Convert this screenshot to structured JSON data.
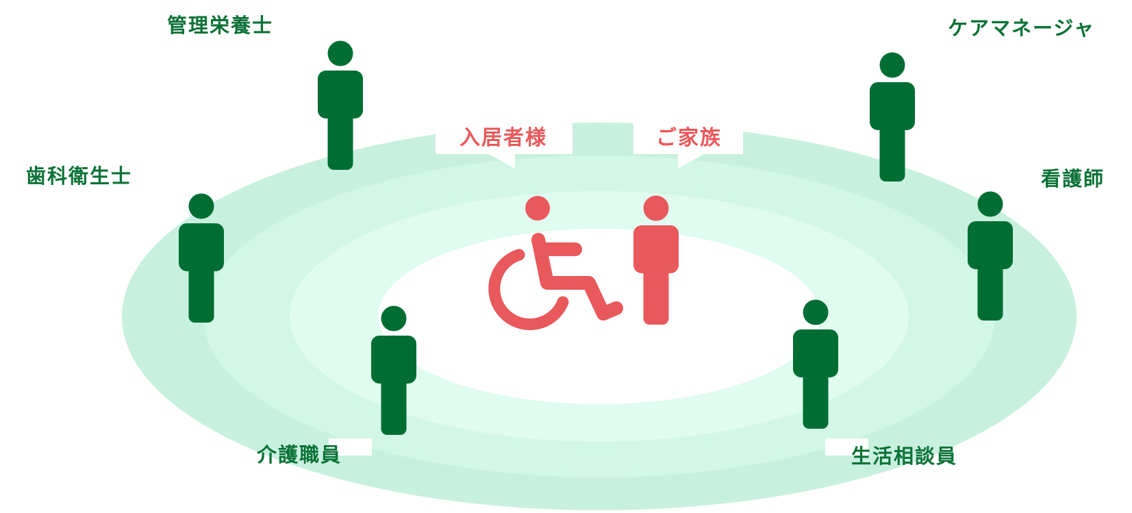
{
  "colors": {
    "staff": "#006e33",
    "client": "#e9585b",
    "ring_outer": "#c8f0de",
    "ring_mid": "#d2f7e6",
    "ring_inner": "#e0fbef",
    "center": "#ffffff"
  },
  "clients": {
    "resident": {
      "label": "入居者様",
      "icon": "wheelchair-icon"
    },
    "family": {
      "label": "ご家族",
      "icon": "person-icon"
    }
  },
  "staff": [
    {
      "id": "dietitian",
      "label": "管理栄養士",
      "icon": "person-icon"
    },
    {
      "id": "care-manager",
      "label": "ケアマネージャ",
      "icon": "person-icon"
    },
    {
      "id": "dental-hygienist",
      "label": "歯科衛生士",
      "icon": "person-icon"
    },
    {
      "id": "nurse",
      "label": "看護師",
      "icon": "person-icon"
    },
    {
      "id": "care-worker",
      "label": "介護職員",
      "icon": "person-icon"
    },
    {
      "id": "life-counselor",
      "label": "生活相談員",
      "icon": "person-icon"
    }
  ]
}
